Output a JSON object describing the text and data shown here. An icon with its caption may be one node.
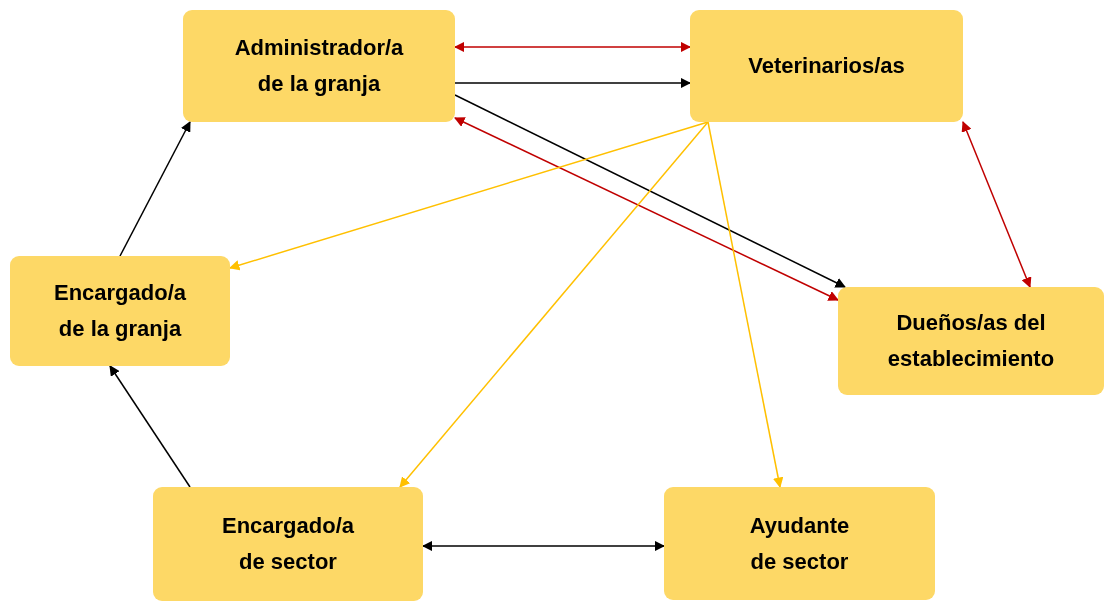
{
  "diagram": {
    "nodes": [
      {
        "text": [
          "Administrador/a de la granja"
        ]
      },
      {
        "text": [
          "Veterinarios/as"
        ]
      },
      {
        "text": [
          "Encargado/a de la granja"
        ]
      },
      {
        "text": [
          "Dueños/as del establecimiento"
        ]
      },
      {
        "text": [
          "Encargado/a de sector"
        ]
      },
      {
        "text": [
          "Ayudante de sector"
        ]
      }
    ],
    "edges": [
      {
        "from": 0,
        "to": 1,
        "arrow": "both",
        "color": "#c00000"
      },
      {
        "from": 0,
        "to": 1,
        "arrow": "to"
      },
      {
        "from": 0,
        "to": 3,
        "arrow": "to"
      },
      {
        "from": 0,
        "to": 3,
        "arrow": "both",
        "color": "#c00000"
      },
      {
        "from": 1,
        "to": 2,
        "arrow": "to",
        "color": "#ffc000"
      },
      {
        "from": 1,
        "to": 4,
        "arrow": "to",
        "color": "#ffc000"
      },
      {
        "from": 1,
        "to": 5,
        "arrow": "to",
        "color": "#ffc000"
      },
      {
        "from": 1,
        "to": 3,
        "arrow": "both",
        "color": "#c00000"
      },
      {
        "from": 2,
        "to": 0,
        "arrow": "to"
      },
      {
        "from": 4,
        "to": 2,
        "arrow": "to"
      },
      {
        "from": 4,
        "to": 5,
        "arrow": "both"
      }
    ]
  }
}
